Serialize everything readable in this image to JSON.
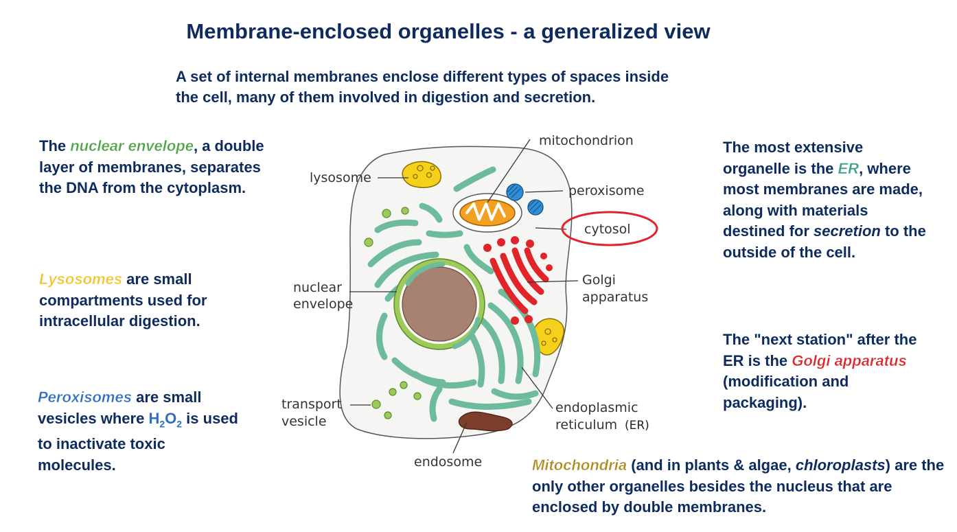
{
  "title": "Membrane-enclosed organelles - a generalized view",
  "subtitle": {
    "line1": "A set of internal membranes enclose different types of spaces inside",
    "line2": "the cell, many of them involved in digestion and secretion."
  },
  "nuclear_envelope_text": {
    "pre": "The ",
    "keyword": "nuclear envelope",
    "post": ", a double layer of membranes, separates the DNA from the cytoplasm."
  },
  "lysosomes_text": {
    "keyword": "Lysosomes",
    "post": " are small compartments used for intracellular digestion."
  },
  "peroxisomes_text": {
    "keyword": "Peroxisomes",
    "mid": " are small vesicles where ",
    "chem_h": "H",
    "chem_sub1": "2",
    "chem_o": "O",
    "chem_sub2": "2",
    "post": " is used to inactivate toxic molecules."
  },
  "er_text": {
    "pre": "The most extensive organelle is the ",
    "keyword": "ER",
    "mid": ", where most membranes are made, along with materials destined for ",
    "emphasis": "secretion",
    "post": " to the outside of the cell."
  },
  "golgi_text": {
    "pre": "The \"next station\" after the ER is the ",
    "keyword": "Golgi apparatus",
    "post": " (modification and packaging)."
  },
  "mito_text": {
    "keyword": "Mitochondria",
    "mid": " (and in plants & algae, ",
    "emphasis": "chloroplasts",
    "post": ") are the only other organelles besides the nucleus that are enclosed by double membranes."
  },
  "labels": {
    "mitochondrion": "mitochondrion",
    "lysosome": "lysosome",
    "peroxisome": "peroxisome",
    "cytosol": "cytosol",
    "nuclear_envelope_1": "nuclear",
    "nuclear_envelope_2": "envelope",
    "golgi_1": "Golgi",
    "golgi_2": "apparatus",
    "transport_vesicle_1": "transport",
    "transport_vesicle_2": "vesicle",
    "er_1": "endoplasmic",
    "er_2": "reticulum",
    "er_abbr": "(ER)",
    "endosome": "endosome"
  },
  "colors": {
    "text_navy": "#0d2b5e",
    "nuclear_envelope_green": "#4ea445",
    "lysosome_yellow": "#f6c22a",
    "peroxisome_blue": "#2f6fc2",
    "er_teal": "#3f9e8a",
    "golgi_red": "#e0242a",
    "mito_gold": "#b08a1e",
    "cytosol_circle_red": "#e0242a"
  }
}
